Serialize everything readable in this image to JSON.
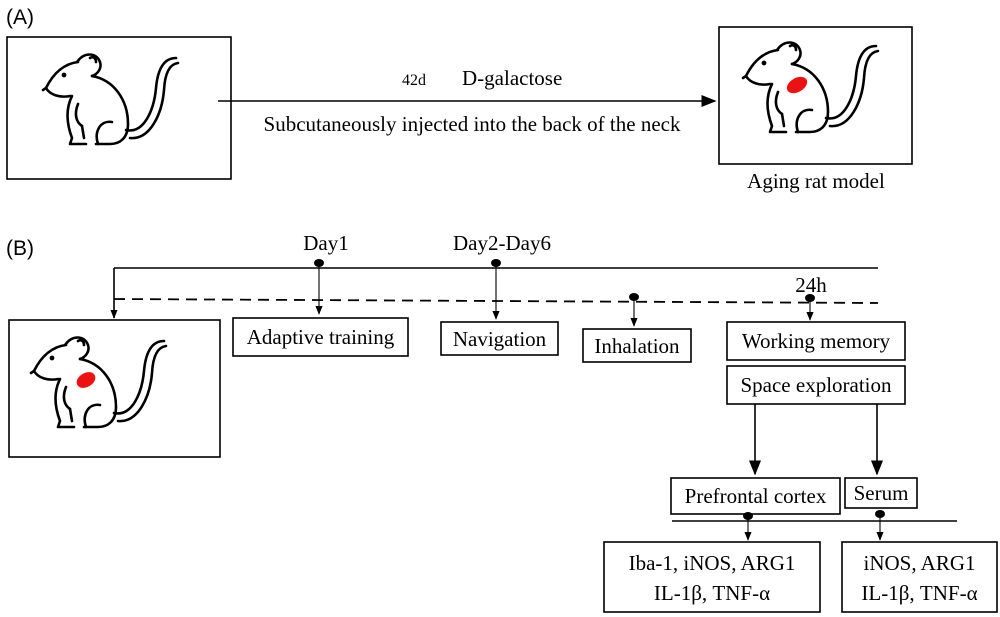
{
  "panel_a": {
    "label": "(A)",
    "duration": "42d",
    "agent": "D-galactose",
    "route": "Subcutaneously injected into the back of the neck",
    "model_caption": "Aging rat model"
  },
  "panel_b": {
    "label": "(B)",
    "day1": "Day1",
    "day2_6": "Day2-Day6",
    "h24": "24h",
    "steps": {
      "adaptive": "Adaptive training",
      "navigation": "Navigation",
      "inhalation": "Inhalation",
      "working_memory": "Working memory",
      "space_exploration": "Space exploration",
      "prefrontal": "Prefrontal cortex",
      "serum": "Serum"
    },
    "markers_prefrontal": [
      "Iba-1, iNOS, ARG1",
      "IL-1β, TNF-α"
    ],
    "markers_serum": [
      "iNOS, ARG1",
      "IL-1β, TNF-α"
    ]
  },
  "colors": {
    "injection_mark": "#ee1111",
    "ink": "#000000"
  },
  "icons": [
    "rat-icon",
    "rat-injected-icon",
    "rat-injected-icon"
  ]
}
